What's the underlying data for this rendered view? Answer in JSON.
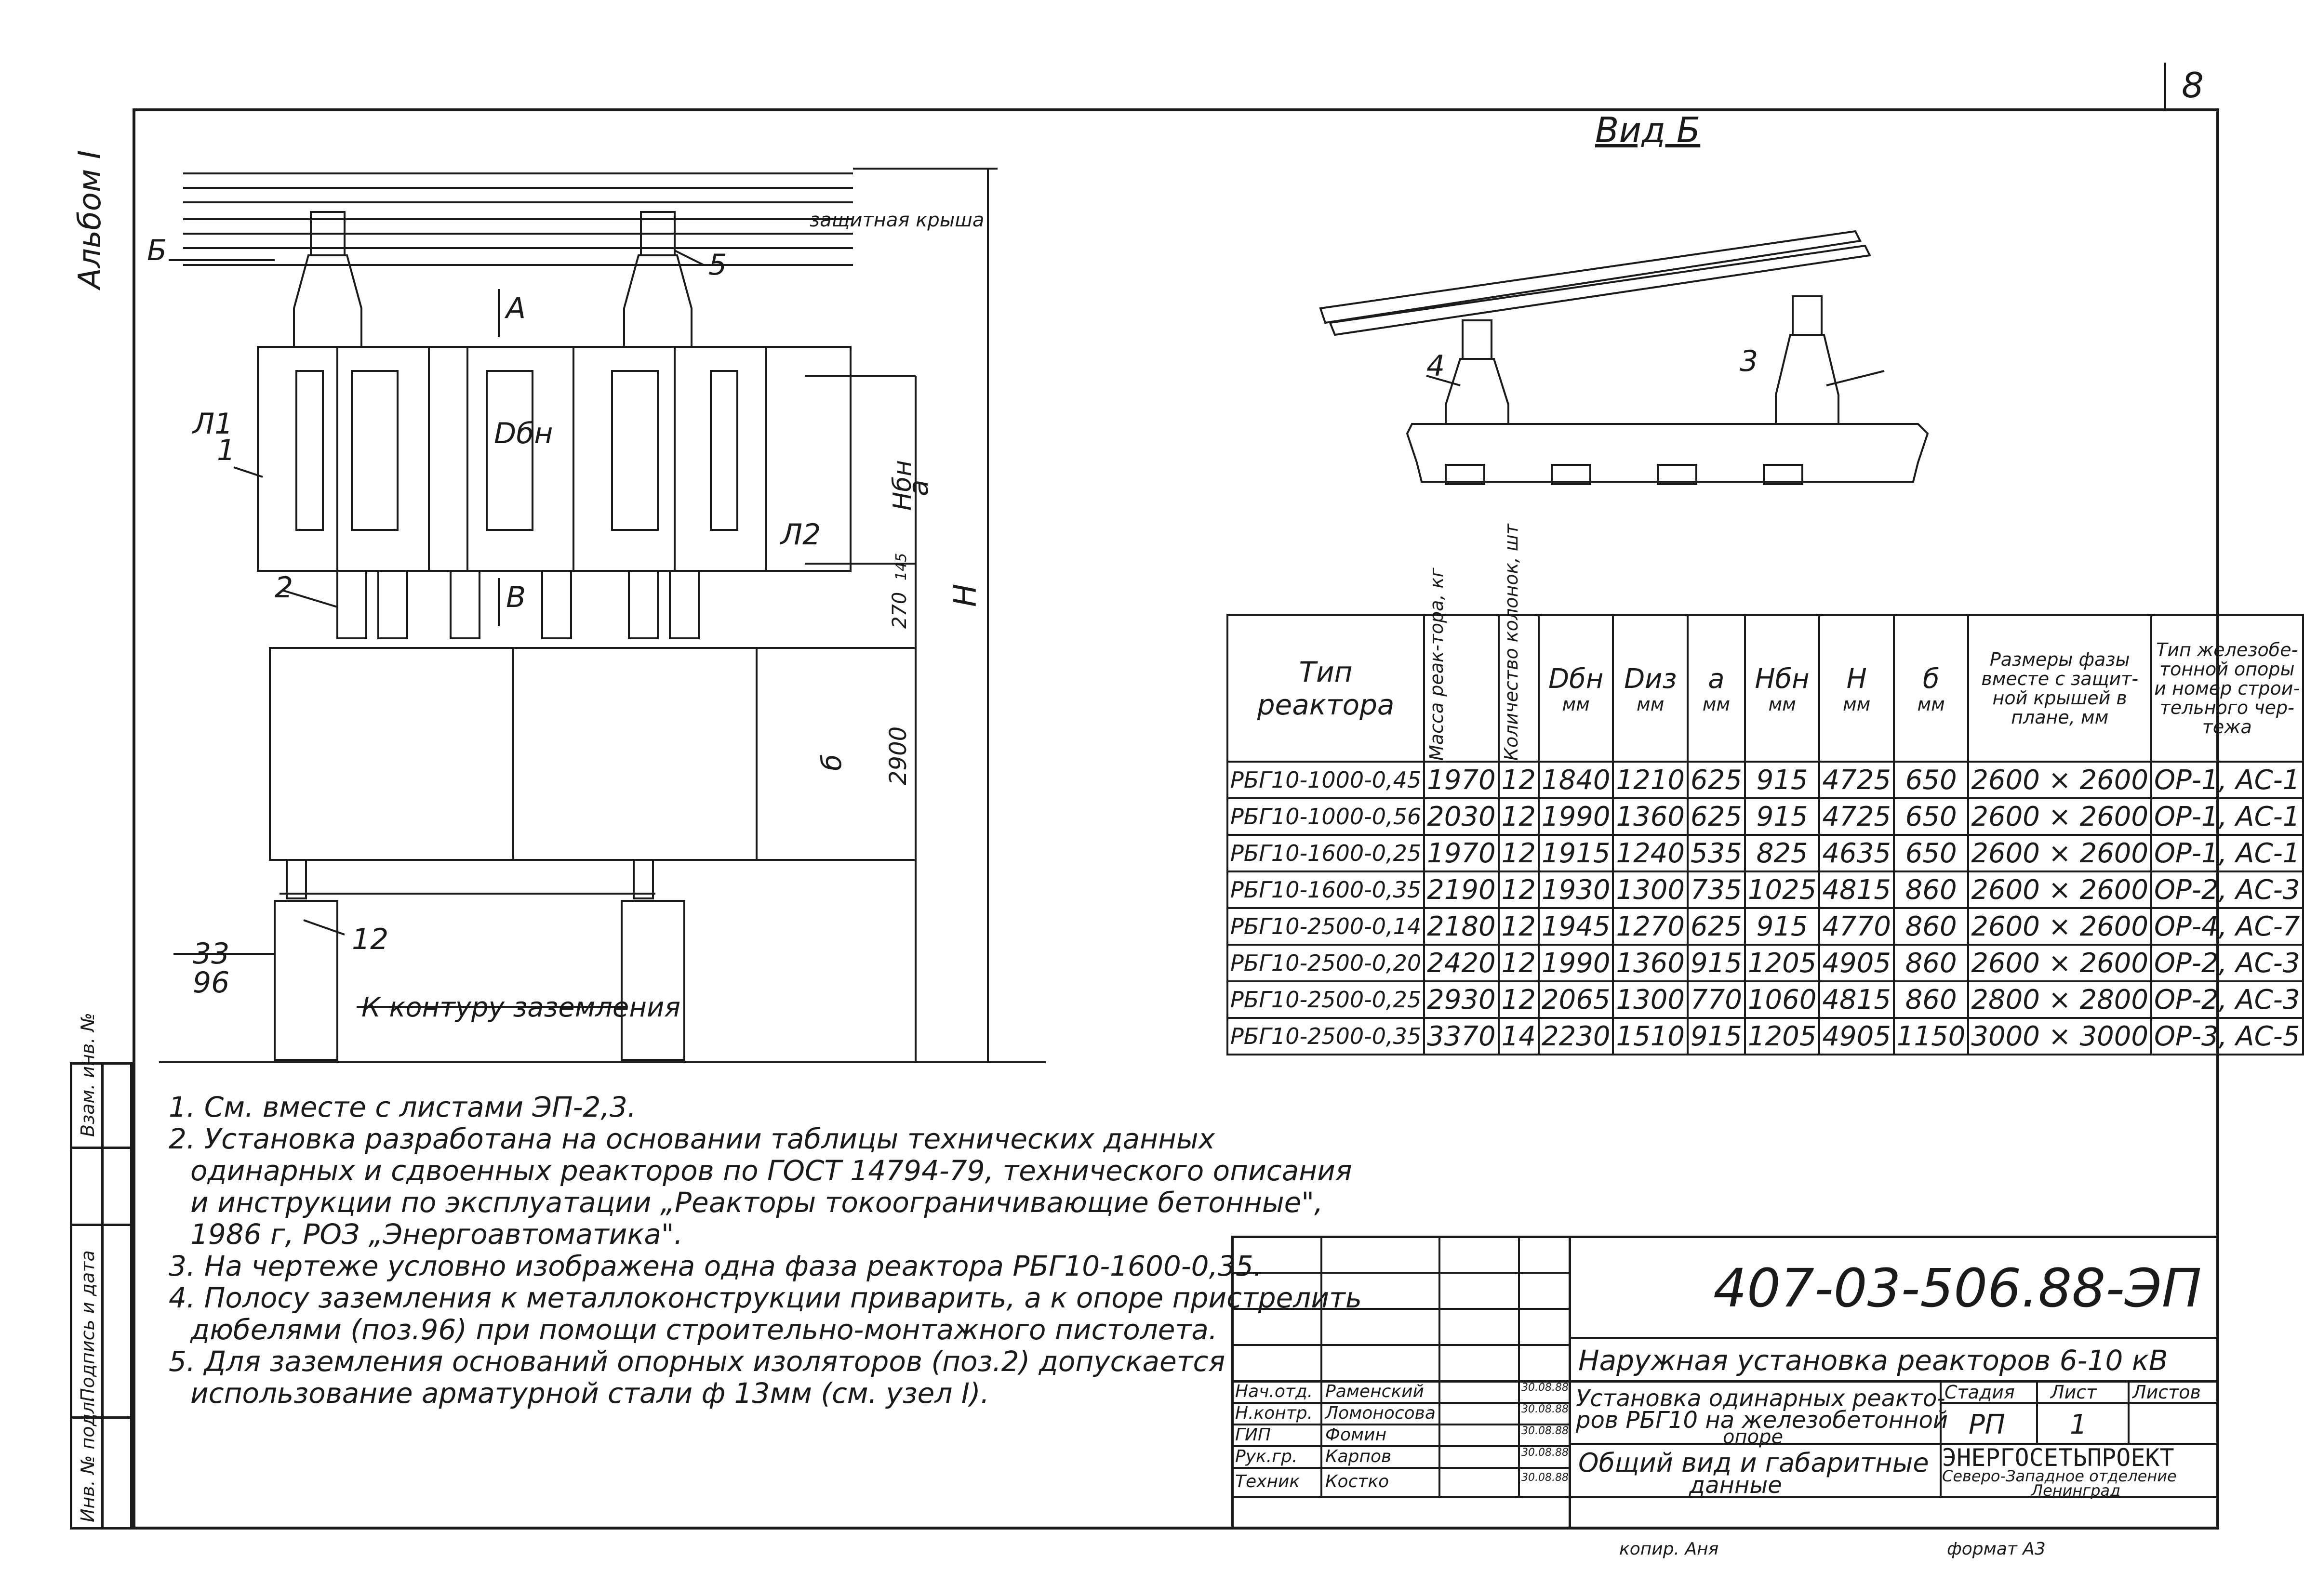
{
  "sheet_number": "8",
  "side_label": "Альбом I",
  "view_label": "Вид Б",
  "drawing": {
    "label_b": "Б",
    "label_a": "А",
    "label_v": "В",
    "label_l1": "Л1",
    "label_l2": "Л2",
    "label_dbn": "Dбн",
    "callout_1": "1",
    "callout_2": "2",
    "callout_5": "5",
    "callout_12": "12",
    "callout_33": "33",
    "callout_96": "96",
    "callout_3": "3",
    "callout_4": "4",
    "handwritten_note": "защитная крыша",
    "dim_a": "а",
    "dim_hbn": "Нбн",
    "dim_h": "Н",
    "dim_145": "145",
    "dim_270": "270",
    "dim_delta": "б",
    "dim_2900": "2900",
    "ground_label": "К контуру заземления"
  },
  "table": {
    "headers": {
      "type_line1": "Тип",
      "type_line2": "реактора",
      "mass": "Масса реак-тора, кг",
      "columns": "Количество колонок, шт",
      "dbn": "Dбн",
      "diz": "Dиз",
      "a": "а",
      "hbn": "Нбн",
      "h": "Н",
      "delta": "б",
      "mm": "мм",
      "size": "Размеры фазы вместе с защит-ной крышей в плане, мм",
      "support": "Тип железобе-тонной опоры и номер строи-тельного чер-тежа"
    },
    "rows": [
      [
        "РБГ10-1000-0,45",
        "1970",
        "12",
        "1840",
        "1210",
        "625",
        "915",
        "4725",
        "650",
        "2600 × 2600",
        "ОР-1, АС-1"
      ],
      [
        "РБГ10-1000-0,56",
        "2030",
        "12",
        "1990",
        "1360",
        "625",
        "915",
        "4725",
        "650",
        "2600 × 2600",
        "ОР-1, АС-1"
      ],
      [
        "РБГ10-1600-0,25",
        "1970",
        "12",
        "1915",
        "1240",
        "535",
        "825",
        "4635",
        "650",
        "2600 × 2600",
        "ОР-1, АС-1"
      ],
      [
        "РБГ10-1600-0,35",
        "2190",
        "12",
        "1930",
        "1300",
        "735",
        "1025",
        "4815",
        "860",
        "2600 × 2600",
        "ОР-2, АС-3"
      ],
      [
        "РБГ10-2500-0,14",
        "2180",
        "12",
        "1945",
        "1270",
        "625",
        "915",
        "4770",
        "860",
        "2600 × 2600",
        "ОР-4, АС-7"
      ],
      [
        "РБГ10-2500-0,20",
        "2420",
        "12",
        "1990",
        "1360",
        "915",
        "1205",
        "4905",
        "860",
        "2600 × 2600",
        "ОР-2, АС-3"
      ],
      [
        "РБГ10-2500-0,25",
        "2930",
        "12",
        "2065",
        "1300",
        "770",
        "1060",
        "4815",
        "860",
        "2800 × 2800",
        "ОР-2, АС-3"
      ],
      [
        "РБГ10-2500-0,35",
        "3370",
        "14",
        "2230",
        "1510",
        "915",
        "1205",
        "4905",
        "1150",
        "3000 × 3000",
        "ОР-3, АС-5"
      ]
    ]
  },
  "notes": [
    "1. См. вместе с листами ЭП-2,3.",
    "2. Установка разработана на основании таблицы технических данных",
    "одинарных и сдвоенных реакторов по ГОСТ 14794-79, технического описания",
    "и инструкции по эксплуатации „Реакторы токоограничивающие бетонные\",",
    "1986 г, РОЗ „Энергоавтоматика\".",
    "3. На чертеже условно изображена одна фаза реактора РБГ10-1600-0,35.",
    "4. Полосу заземления к металлоконструкции приварить, а к опоре пристрелить",
    "дюбелями (поз.96) при помощи строительно-монтажного пистолета.",
    "5. Для заземления оснований опорных изоляторов (поз.2) допускается",
    "использование арматурной стали ф 13мм (см. узел I)."
  ],
  "side_stamp": {
    "inv_no": "Инв. № подл.",
    "sign_date": "Подпись и дата",
    "replace_inv": "Взам. инв. №"
  },
  "title_block": {
    "doc_code": "407-03-506.88-ЭП",
    "project_name": "Наружная установка реакторов 6-10 кВ",
    "sheet_title_1": "Установка одинарных реакто-",
    "sheet_title_2": "ров РБГ10 на железобетонной",
    "sheet_title_3": "опоре",
    "sheet_subtitle_1": "Общий вид и габаритные",
    "sheet_subtitle_2": "данные",
    "stage_label": "Стадия",
    "sheet_label": "Лист",
    "sheets_label": "Листов",
    "stage_value": "РП",
    "sheet_value": "1",
    "org_name": "ЭНЕРГОСЕТЬПРОЕКТ",
    "org_branch_1": "Северо-Западное отделение",
    "org_branch_2": "Ленинград",
    "roles": [
      {
        "role": "Нач.отд.",
        "name": "Раменский",
        "date": "30.08.88"
      },
      {
        "role": "Н.контр.",
        "name": "Ломоносова",
        "date": "30.08.88"
      },
      {
        "role": "ГИП",
        "name": "Фомин",
        "date": "30.08.88"
      },
      {
        "role": "Рук.гр.",
        "name": "Карпов",
        "date": "30.08.88"
      },
      {
        "role": "Техник",
        "name": "Костко",
        "date": "30.08.88"
      }
    ]
  },
  "footer": {
    "copied_by": "копир. Аня",
    "format": "формат А3"
  }
}
